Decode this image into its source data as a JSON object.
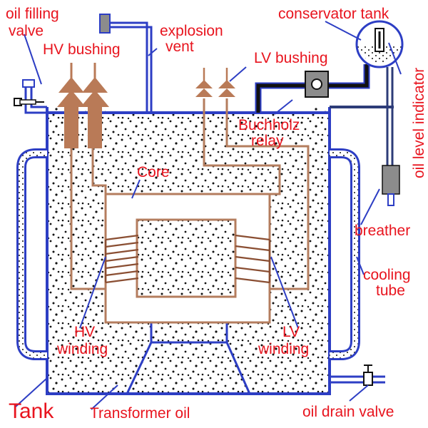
{
  "labels": {
    "oil_filling_valve_1": "oil filling",
    "oil_filling_valve_2": "valve",
    "hv_bushing": "HV bushing",
    "explosion_vent_1": "explosion",
    "explosion_vent_2": "vent",
    "conservator_tank": "conservator tank",
    "lv_bushing": "LV bushing",
    "oil_level_indicator": "oil level indicator",
    "buchholz_relay_1": "Buchholz",
    "buchholz_relay_2": "relay",
    "core": "Core",
    "breather": "breather",
    "cooling_tube_1": "cooling",
    "cooling_tube_2": "tube",
    "hv_winding_1": "HV",
    "hv_winding_2": "winding",
    "lv_winding_1": "LV",
    "lv_winding_2": "winding",
    "tank": "Tank",
    "transformer_oil": "Transformer oil",
    "oil_drain_valve": "oil drain valve"
  },
  "colors": {
    "label": "#e8141e",
    "tank_outline": "#2d3ec4",
    "copper": "#b47d5e",
    "bushing": "#b97a57",
    "oil_dots": "#111111",
    "winding": "#8a4e32",
    "breather": "#8c8c8c"
  }
}
